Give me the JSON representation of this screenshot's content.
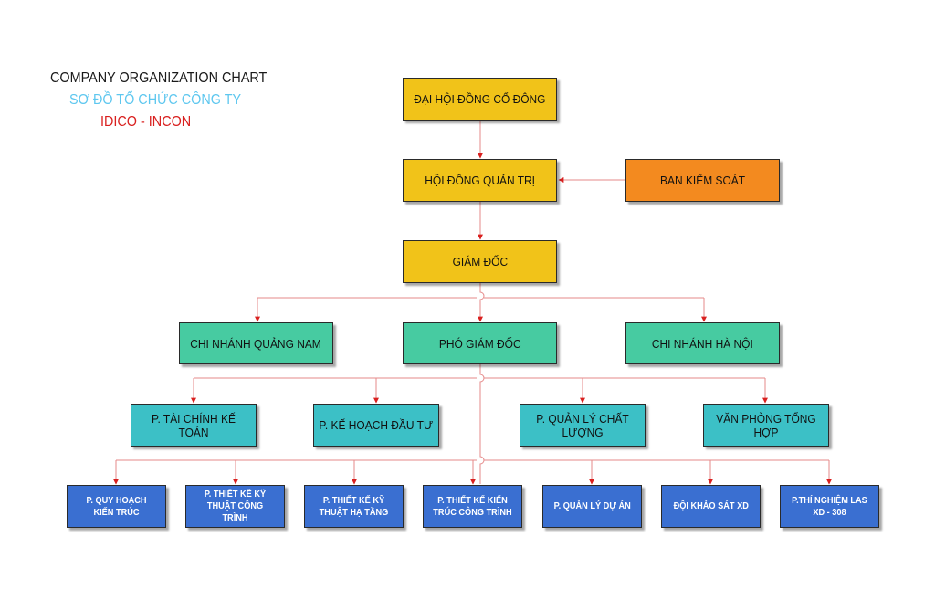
{
  "title": {
    "en": "COMPANY ORGANIZATION CHART",
    "vi": "SƠ ĐỒ TỔ CHỨC CÔNG TY",
    "company": "IDICO - INCON"
  },
  "colors": {
    "line": "#d9201f",
    "level_top": "#f1c319",
    "supervisory": "#f38a1f",
    "level_3": "#47cba1",
    "departments": "#3cc0c6",
    "units": "#3a6fd1"
  },
  "nodes": {
    "shareholders": "ĐẠI HỘI ĐỒNG CỔ ĐÔNG",
    "board": "HỘI ĐỒNG QUẢN TRỊ",
    "supervisory": "BAN KIỂM SOÁT",
    "director": "GIÁM ĐỐC",
    "branch_quangnam": "CHI NHÁNH QUẢNG NAM",
    "deputy": "PHÓ GIÁM ĐỐC",
    "branch_hanoi": "CHI NHÁNH HÀ NỘI",
    "departments": [
      "P. TÀI CHÍNH KẾ TOÁN",
      "P. KẾ HOẠCH ĐẦU TƯ",
      "P. QUẢN LÝ CHẤT LƯỢNG",
      "VĂN PHÒNG TỔNG HỢP"
    ],
    "units": [
      "P. QUY HOẠCH KIẾN TRÚC",
      "P. THIẾT KẾ KỸ THUẬT CÔNG TRÌNH",
      "P. THIẾT KẾ KỸ THUẬT HẠ TẦNG",
      "P. THIẾT KẾ KIẾN TRÚC CÔNG TRÌNH",
      "P. QUẢN LÝ DỰ ÁN",
      "ĐỘI KHẢO SÁT XD",
      "P.THÍ NGHIỆM LAS XD - 308"
    ]
  }
}
